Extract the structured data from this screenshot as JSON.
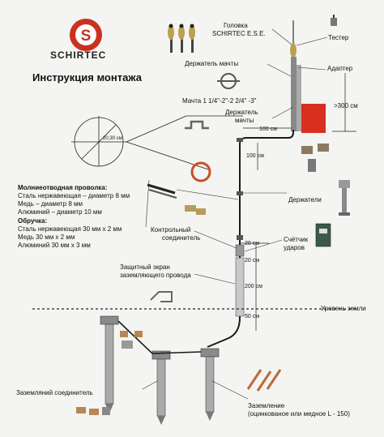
{
  "brand": {
    "name": "SCHIRTEC",
    "logo_letter": "S"
  },
  "title": "Инструкция монтажа",
  "labels": {
    "head": [
      "Головка",
      "SCHIRTEC E.S.E."
    ],
    "tester": "Тестер",
    "adapter": "Адаптер",
    "mast_holder_top": "Держатель мачты",
    "mast_sizes": "Мачта 1  1/4\"-2\"-2  2/4\" -3\"",
    "mast_holder_mid": [
      "Держатель",
      "мачты"
    ],
    "height_300": ">300 см",
    "dim_100_horiz": "100 см",
    "dim_100_vert": "100 см",
    "circle_dim": "20,30 см",
    "holders": "Держатели",
    "control_joint": [
      "Контрольный",
      "соединитель"
    ],
    "counter": [
      "Счётчик",
      "ударов"
    ],
    "dim_20_a": "20 см",
    "dim_20_b": "20 см",
    "dim_200": "200 см",
    "shield": [
      "Защитный экран",
      "заземляющего провода"
    ],
    "ground_level": "Уровень земли",
    "dim_50": "50 см",
    "ground_joint": "Заземляний соединитель",
    "grounding": [
      "Заземление",
      "(оцинкованое или медное L - 150)"
    ]
  },
  "wire_spec": {
    "heading": "Молниеотводная проволка:",
    "lines": [
      "Сталь нержавеющая – диаметр 8 мм",
      "Медь – диаметр 8 мм",
      "Алюминий – диаметр 10 мм"
    ]
  },
  "strip_spec": {
    "heading": "Обручка:",
    "lines": [
      "Сталь нержавеющая  30 мм x  2 мм",
      "Медь 30 мм x 2 мм",
      "Алюминий 30 мм x 3 мм"
    ]
  },
  "colors": {
    "logo_red": "#c8321e",
    "roof_red": "#d8301e",
    "wire": "#1a1a1a",
    "mast": "#777777",
    "rod": "#8a8a8a",
    "copper": "#b86a3a"
  }
}
